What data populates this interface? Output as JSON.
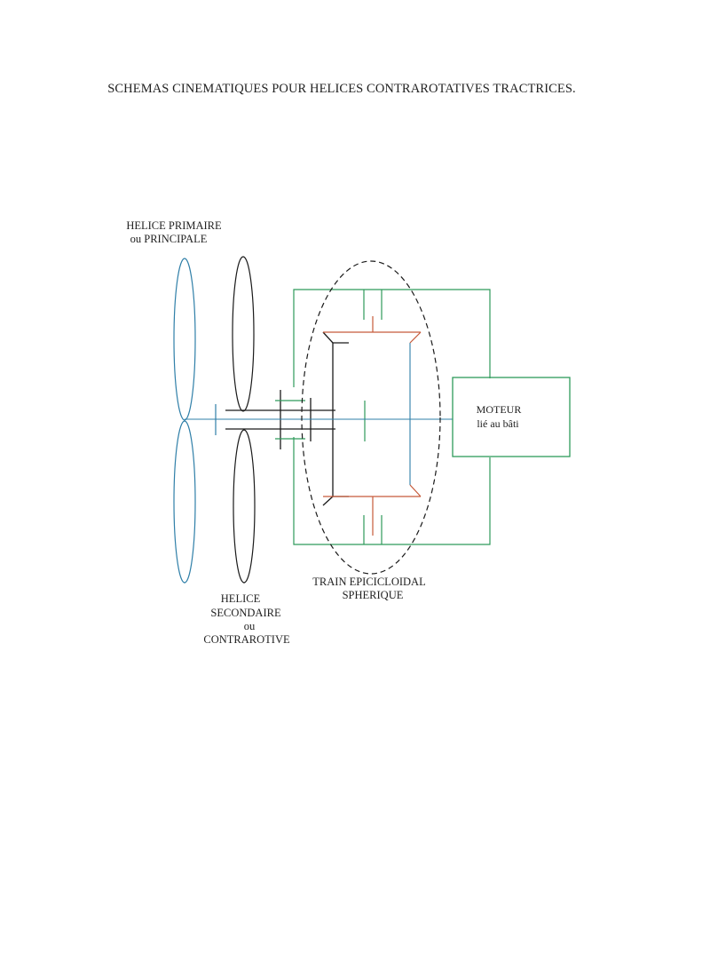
{
  "page": {
    "title": "SCHEMAS CINEMATIQUES POUR HELICES CONTRAROTATIVES TRACTRICES."
  },
  "labels": {
    "primary_propeller": [
      "HELICE PRIMAIRE",
      "ou PRINCIPALE"
    ],
    "secondary_propeller": [
      "HELICE",
      "SECONDAIRE",
      "ou",
      "CONTRAROTIVE"
    ],
    "epicyclic_train": [
      "TRAIN EPICICLOIDAL",
      "SPHERIQUE"
    ],
    "engine": [
      "MOTEUR",
      "lié au bâti"
    ]
  },
  "colors": {
    "primary": "#2f7fa8",
    "secondary": "#1a1a1a",
    "frame": "#2e9a5a",
    "planet": "#c65a3a",
    "ink": "#222222"
  }
}
